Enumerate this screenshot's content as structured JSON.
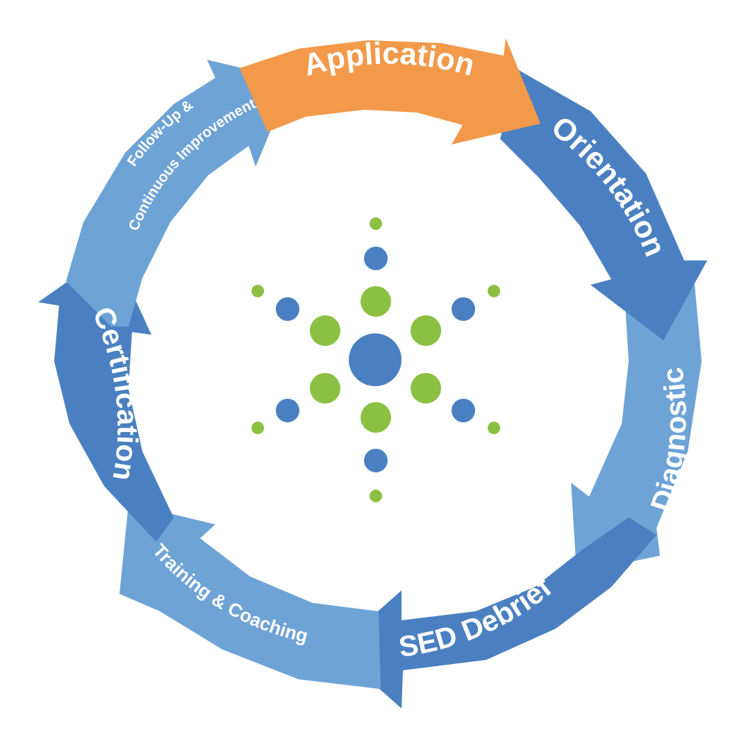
{
  "diagram": {
    "stages": [
      {
        "id": "application",
        "label": "Application",
        "color": "#f2994a"
      },
      {
        "id": "orientation",
        "label": "Orientation",
        "color": "#4a80c1"
      },
      {
        "id": "diagnostic",
        "label": "Diagnostic",
        "color": "#6ea3d6"
      },
      {
        "id": "sed-debrief",
        "label": "SED Debrief",
        "color": "#4a80c1"
      },
      {
        "id": "training-coaching",
        "label": "Training & Coaching",
        "color": "#6ea3d6"
      },
      {
        "id": "certification",
        "label": "Certification",
        "color": "#4a80c1"
      },
      {
        "id": "follow-up-line1",
        "label": "Follow-Up &",
        "color": "#6ea3d6"
      },
      {
        "id": "follow-up-line2",
        "label": "Continuous Improvement",
        "color": "#6ea3d6"
      }
    ],
    "logo": {
      "name": "starburst-logo",
      "blue": "#4a80c1",
      "green": "#8bc043"
    }
  }
}
